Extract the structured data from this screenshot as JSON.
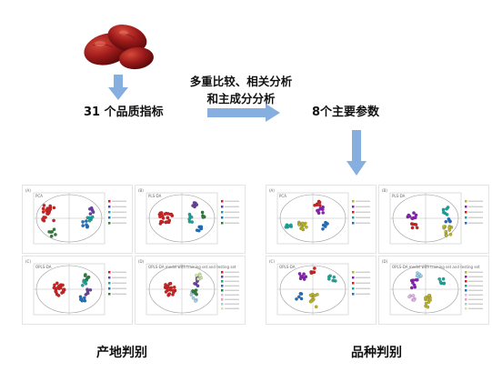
{
  "flow": {
    "input_label": "31 个品质指标",
    "method_line1": "多重比较、相关分析",
    "method_line2": "和主成分分析",
    "output_label": "8个主要参数"
  },
  "panels_left": {
    "caption": "产地判别",
    "tags": [
      "(A)",
      "(B)",
      "(C)",
      "(D)"
    ],
    "titles": [
      "PCA",
      "PLS-DA",
      "OPLS-DA",
      "OPLS-DA model with training set and testing set"
    ],
    "legend_colors": [
      "#d21f1f",
      "#6a3fa0",
      "#1aa59b",
      "#1f6fbf",
      "#2f7d3a"
    ],
    "testing_colors": [
      "#e6b0ef",
      "#f19ab0",
      "#9ad0e8",
      "#cfe7a6"
    ]
  },
  "panels_right": {
    "caption": "品种判别",
    "tags": [
      "(A)",
      "(B)",
      "(C)",
      "(D)"
    ],
    "titles": [
      "PCA",
      "PLS-DA",
      "OPLS-DA",
      "OPLS-DA model with training set and testing set"
    ],
    "legend_colors": [
      "#b9b32e",
      "#8a1fb5",
      "#d21f1f",
      "#1aa59b",
      "#1f6fbf"
    ],
    "testing_colors": [
      "#e6b0ef",
      "#f19ab0",
      "#9ad0e8",
      "#cfe7a6"
    ]
  },
  "colors": {
    "arrow": "#86aede",
    "jujube_red": "#9c1a1a"
  }
}
